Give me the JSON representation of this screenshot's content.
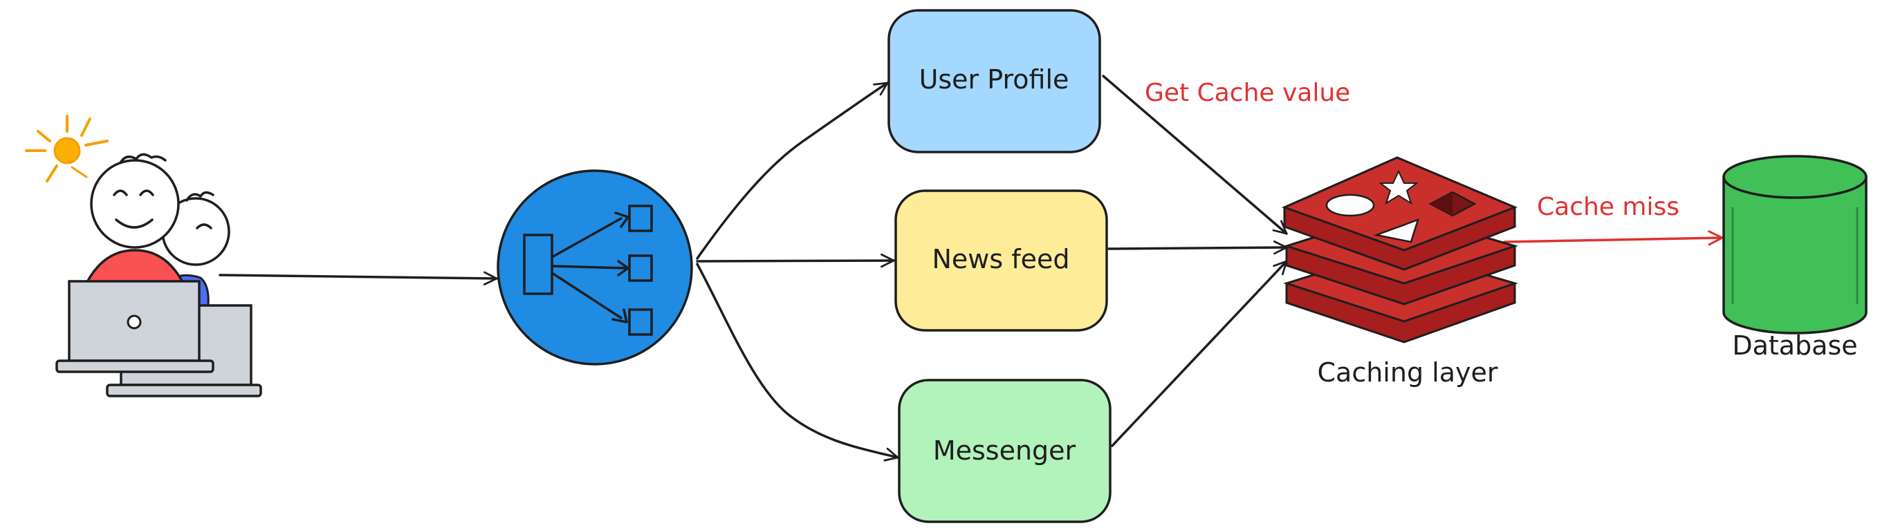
{
  "services": [
    {
      "label": "User Profile",
      "color": "#a5d8ff"
    },
    {
      "label": "News feed",
      "color": "#ffec99"
    },
    {
      "label": "Messenger",
      "color": "#b2f2bb"
    }
  ],
  "edge_labels": {
    "get_cache_value": "Get Cache value",
    "cache_miss": "Cache miss"
  },
  "captions": {
    "cache": "Caching layer",
    "database": "Database"
  },
  "colors": {
    "load_balancer": "#1f8be3",
    "cache": "#c9302c",
    "database": "#40c057",
    "edge_label": "#e03131",
    "user_red": "#fa5252",
    "user_blue": "#4c6ef5",
    "bulb": "#fab005"
  },
  "icons": {
    "user": "user-at-laptop-icon",
    "load_balancer": "load-balancer-icon",
    "cache": "redis-cache-icon",
    "database": "database-cylinder-icon"
  }
}
